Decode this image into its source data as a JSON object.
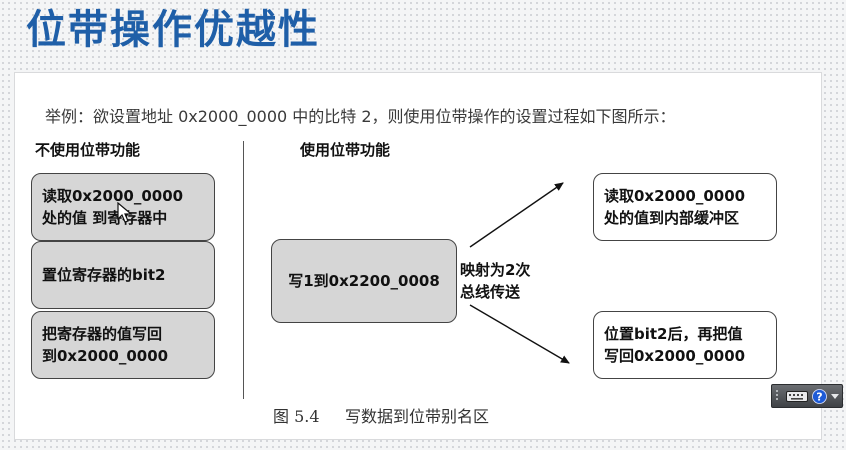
{
  "slide": {
    "title": "位带操作优越性"
  },
  "figure": {
    "caption": "举例：欲设置地址 0x2000_0000 中的比特 2，则使用位带操作的设置过程如下图所示：",
    "left_heading": "不使用位带功能",
    "right_heading": "使用位带功能",
    "left_steps": [
      "读取0x2000_0000\n处的值 到寄存器中",
      "置位寄存器的bit2",
      "把寄存器的值写回\n到0x2000_0000"
    ],
    "bitband_write": "写1到0x2200_0008",
    "mapping_label": "映射为2次\n总线传送",
    "bus_transfers": [
      "读取0x2000_0000\n处的值到内部缓冲区",
      "位置bit2后，再把值\n写回0x2000_0000"
    ],
    "figure_caption": "图 5.4     写数据到位带别名区"
  },
  "icons": {
    "cursor": "mouse-pointer-icon",
    "ime_toolbar": [
      "grip-icon",
      "keyboard-icon",
      "help-icon",
      "dropdown-icon"
    ]
  },
  "colors": {
    "title": "#1f5fa8",
    "step_fill": "#d6d6d6",
    "help_icon": "#1e5bd6"
  }
}
